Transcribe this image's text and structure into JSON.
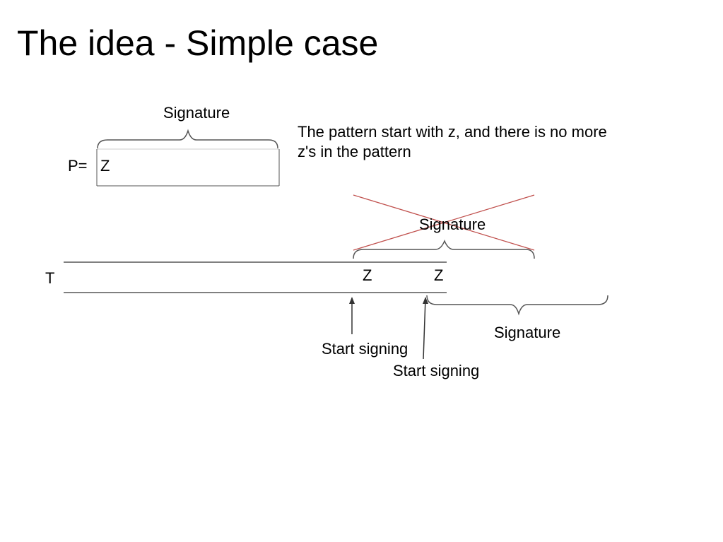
{
  "title": "The idea - Simple case",
  "pattern": {
    "label": "P=",
    "first_char": "Z",
    "signature_label": "Signature",
    "note": "The pattern start with z, and there is no more z's in the pattern"
  },
  "text": {
    "label": "T",
    "z_chars": [
      "Z",
      "Z"
    ],
    "crossed_signature_label": "Signature",
    "signature_label": "Signature"
  },
  "markers": [
    {
      "label": "Start signing"
    },
    {
      "label": "Start signing"
    }
  ],
  "colors": {
    "line": "#555555",
    "brace": "#555555",
    "cross": "#c0504d"
  }
}
